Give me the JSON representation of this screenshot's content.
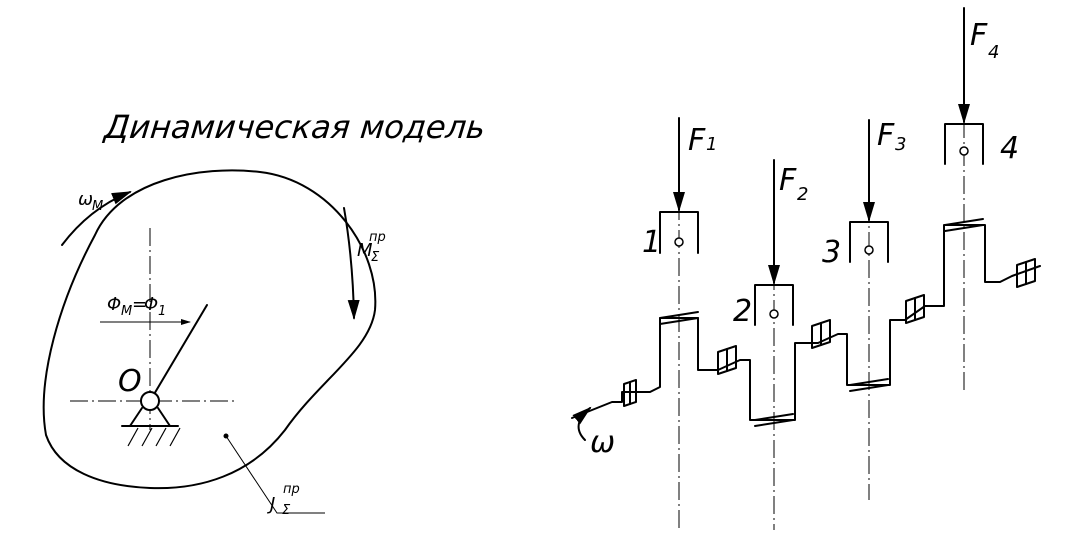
{
  "dynamic_model": {
    "title": "Динамическая модель",
    "omega_m": {
      "main": "ω",
      "sub": "M"
    },
    "moment": {
      "main": "M",
      "sub": "Σ",
      "sup": "пр"
    },
    "phi": {
      "main": "Φ",
      "sub": "M",
      "eq": "=",
      "main2": "Φ",
      "sub2": "1"
    },
    "origin": "O",
    "inertia": {
      "main": "J",
      "sub": "Σ",
      "sup": "пр"
    }
  },
  "crankshaft": {
    "omega": "ω",
    "forces": [
      {
        "main": "F",
        "sub": "1"
      },
      {
        "main": "F",
        "sub": "2"
      },
      {
        "main": "F",
        "sub": "3"
      },
      {
        "main": "F",
        "sub": "4"
      }
    ],
    "cylinders": [
      "1",
      "2",
      "3",
      "4"
    ]
  }
}
